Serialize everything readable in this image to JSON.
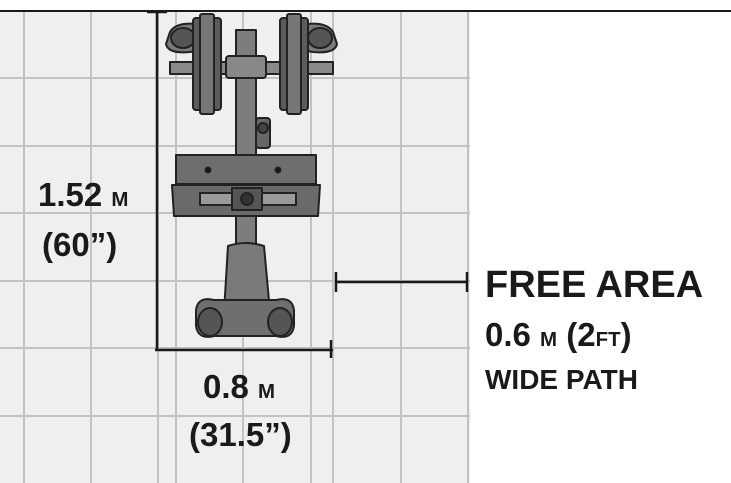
{
  "diagram": {
    "depth": {
      "value": "1.52",
      "unit": "M",
      "imperial": "(60”)"
    },
    "width": {
      "value": "0.8",
      "unit": "M",
      "imperial": "(31.5”)"
    },
    "free_area": {
      "title": "FREE AREA",
      "value": "0.6",
      "unit_m": "M",
      "ft_open": "(2",
      "unit_ft": "FT",
      "ft_close": ")",
      "path": "WIDE PATH"
    }
  },
  "colors": {
    "grid_bg": "#eeeeee",
    "grid_line": "#bdbdbd",
    "machine_fill": "#6f6f6f",
    "machine_dark": "#2b2b2b",
    "dimension_line": "#1a1a1a"
  },
  "icons": [
    "exercise-machine-top-view-icon"
  ]
}
